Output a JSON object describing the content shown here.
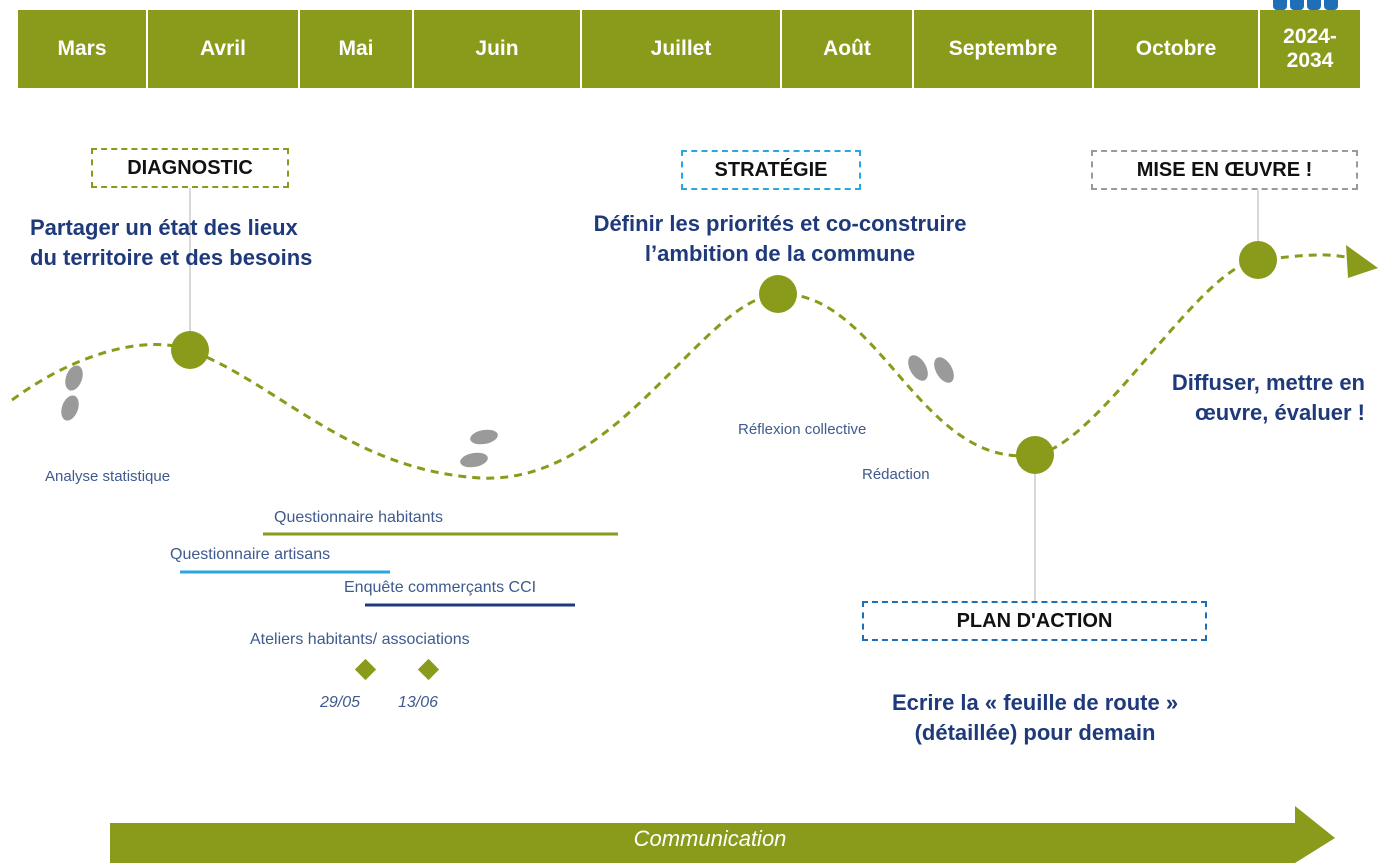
{
  "months": [
    "Mars",
    "Avril",
    "Mai",
    "Juin",
    "Juillet",
    "Août",
    "Septembre",
    "Octobre",
    "2024-\n2034"
  ],
  "phases": {
    "diagnostic": {
      "title": "DIAGNOSTIC",
      "description": "Partager un état des lieux\ndu territoire et des besoins",
      "color": "#8a9a1b"
    },
    "strategie": {
      "title": "STRATÉGIE",
      "description": "Définir les priorités et co-construire\nl’ambition de la commune",
      "color": "#2aa7e0"
    },
    "mise_en_oeuvre": {
      "title": "MISE EN ŒUVRE !",
      "description": "Diffuser, mettre en\nœuvre, évaluer !",
      "color": "#9a9a9a"
    },
    "plan_action": {
      "title": "PLAN D'ACTION",
      "description": "Ecrire la « feuille de route »\n(détaillée) pour demain",
      "color": "#1e6fb8"
    }
  },
  "steps": {
    "analyse": "Analyse statistique",
    "reflexion": "Réflexion collective",
    "redaction": "Rédaction"
  },
  "activities": [
    {
      "label": "Questionnaire habitants",
      "color": "#8a9a1b"
    },
    {
      "label": "Questionnaire artisans",
      "color": "#2aa7e0"
    },
    {
      "label": "Enquête commerçants CCI",
      "color": "#1f3a7a"
    }
  ],
  "ateliers": {
    "label": "Ateliers habitants/ associations",
    "dates": [
      "29/05",
      "13/06"
    ],
    "color": "#8a9a1b"
  },
  "communication": {
    "label": "Communication",
    "color": "#8a9a1b"
  },
  "theme": {
    "header_green": "#8a9a1b",
    "path_green": "#8a9a1b",
    "navy_text": "#1f3a7a",
    "footprint_gray": "#9a9a9a"
  }
}
